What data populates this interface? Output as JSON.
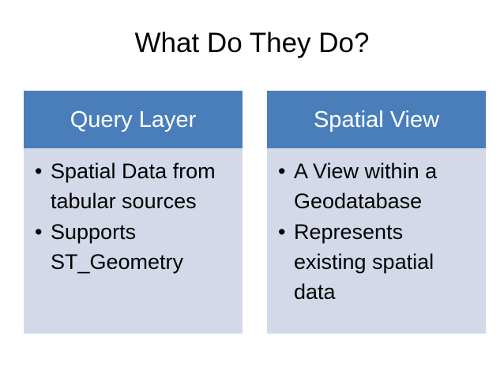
{
  "slide": {
    "title": "What Do They Do?",
    "background_color": "#ffffff",
    "accent_color": "#4a7ebb",
    "panel_color": "#d3d9e8",
    "header_text_color": "#ffffff",
    "body_text_color": "#000000"
  },
  "cards": [
    {
      "header": "Query Layer",
      "bullets": [
        "Spatial Data from tabular sources",
        "Supports ST_Geometry"
      ]
    },
    {
      "header": "Spatial View",
      "bullets": [
        "A View within a Geodatabase",
        "Represents existing spatial data"
      ]
    }
  ]
}
